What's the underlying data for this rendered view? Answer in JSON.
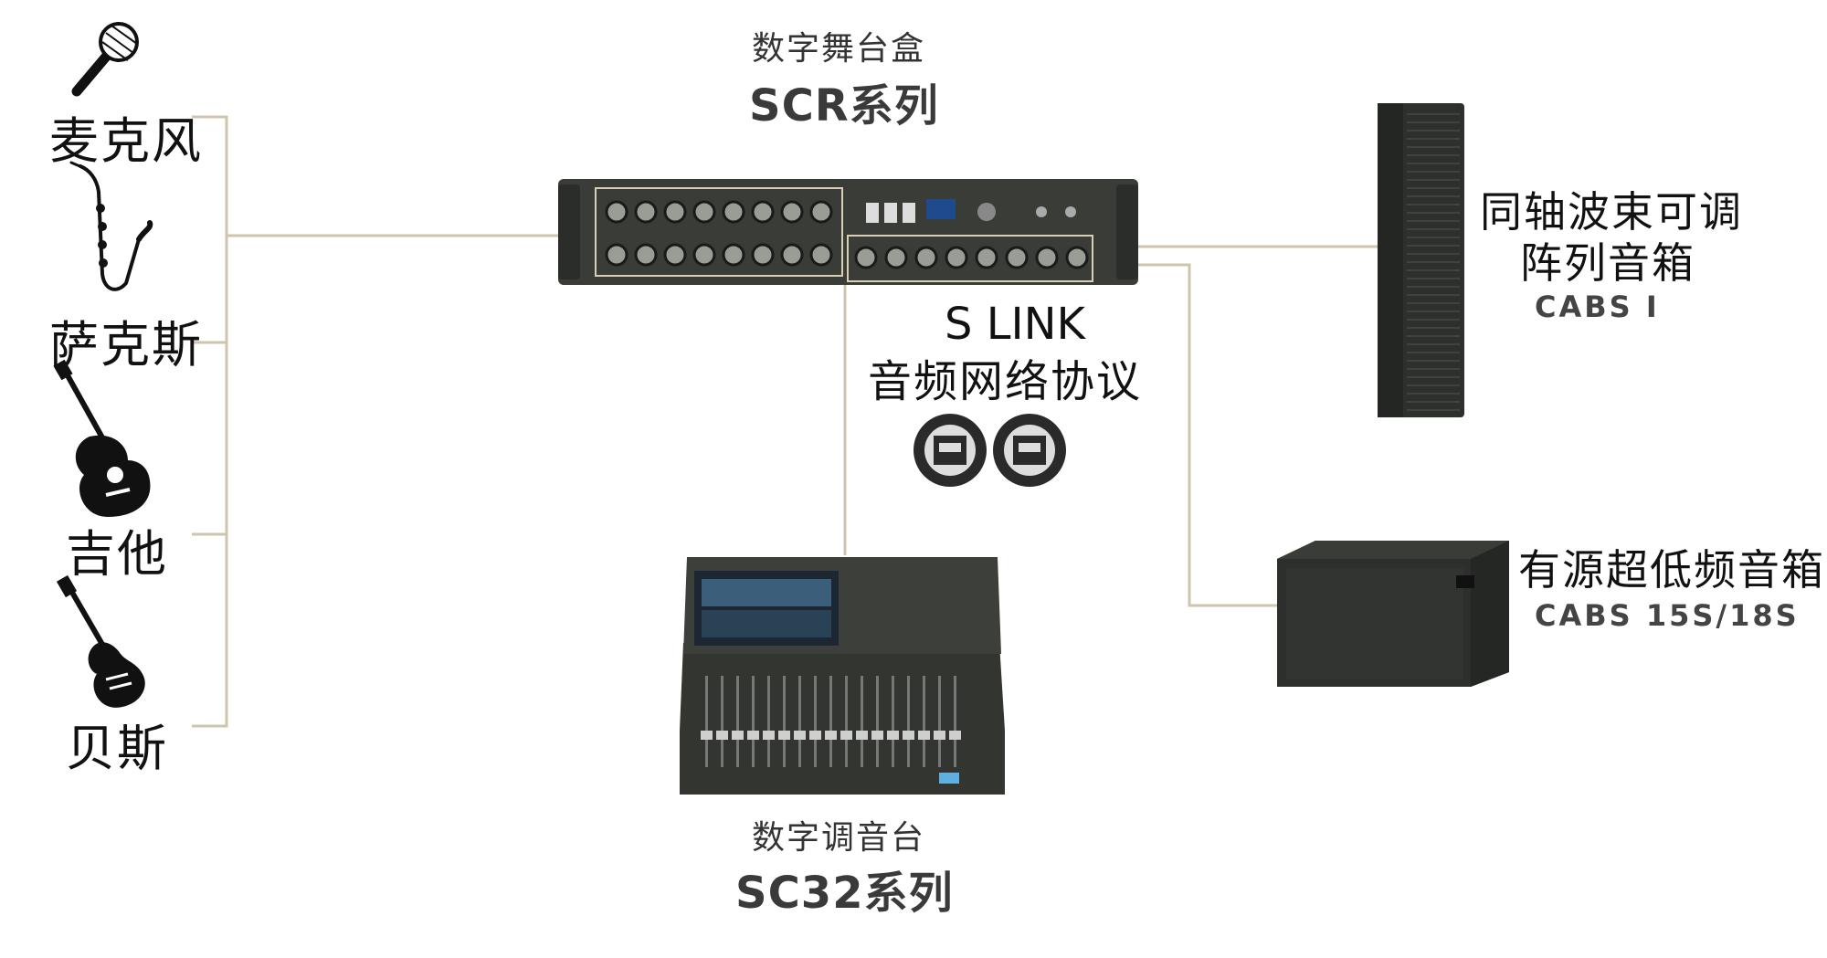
{
  "instruments": [
    {
      "label": "麦克风",
      "icon": "microphone-icon"
    },
    {
      "label": "萨克斯",
      "icon": "saxophone-icon"
    },
    {
      "label": "吉他",
      "icon": "acoustic-guitar-icon"
    },
    {
      "label": "贝斯",
      "icon": "bass-guitar-icon"
    }
  ],
  "stagebox": {
    "caption": "数字舞台盒",
    "series": "SCR系列"
  },
  "network": {
    "line1": "S LINK",
    "line2": "音频网络协议",
    "icon": "ethercon-connector-icon"
  },
  "console": {
    "caption": "数字调音台",
    "series": "SC32系列"
  },
  "line_array": {
    "title_line1": "同轴波束可调",
    "title_line2": "阵列音箱",
    "model": "CABS Ⅰ"
  },
  "subwoofer": {
    "title": "有源超低频音箱",
    "model": "CABS 15S/18S"
  },
  "colors": {
    "connector_line": "#cfc4ad",
    "device_dark": "#2b2d2a",
    "panel_border": "#d8cfb5",
    "text": "#111111"
  }
}
